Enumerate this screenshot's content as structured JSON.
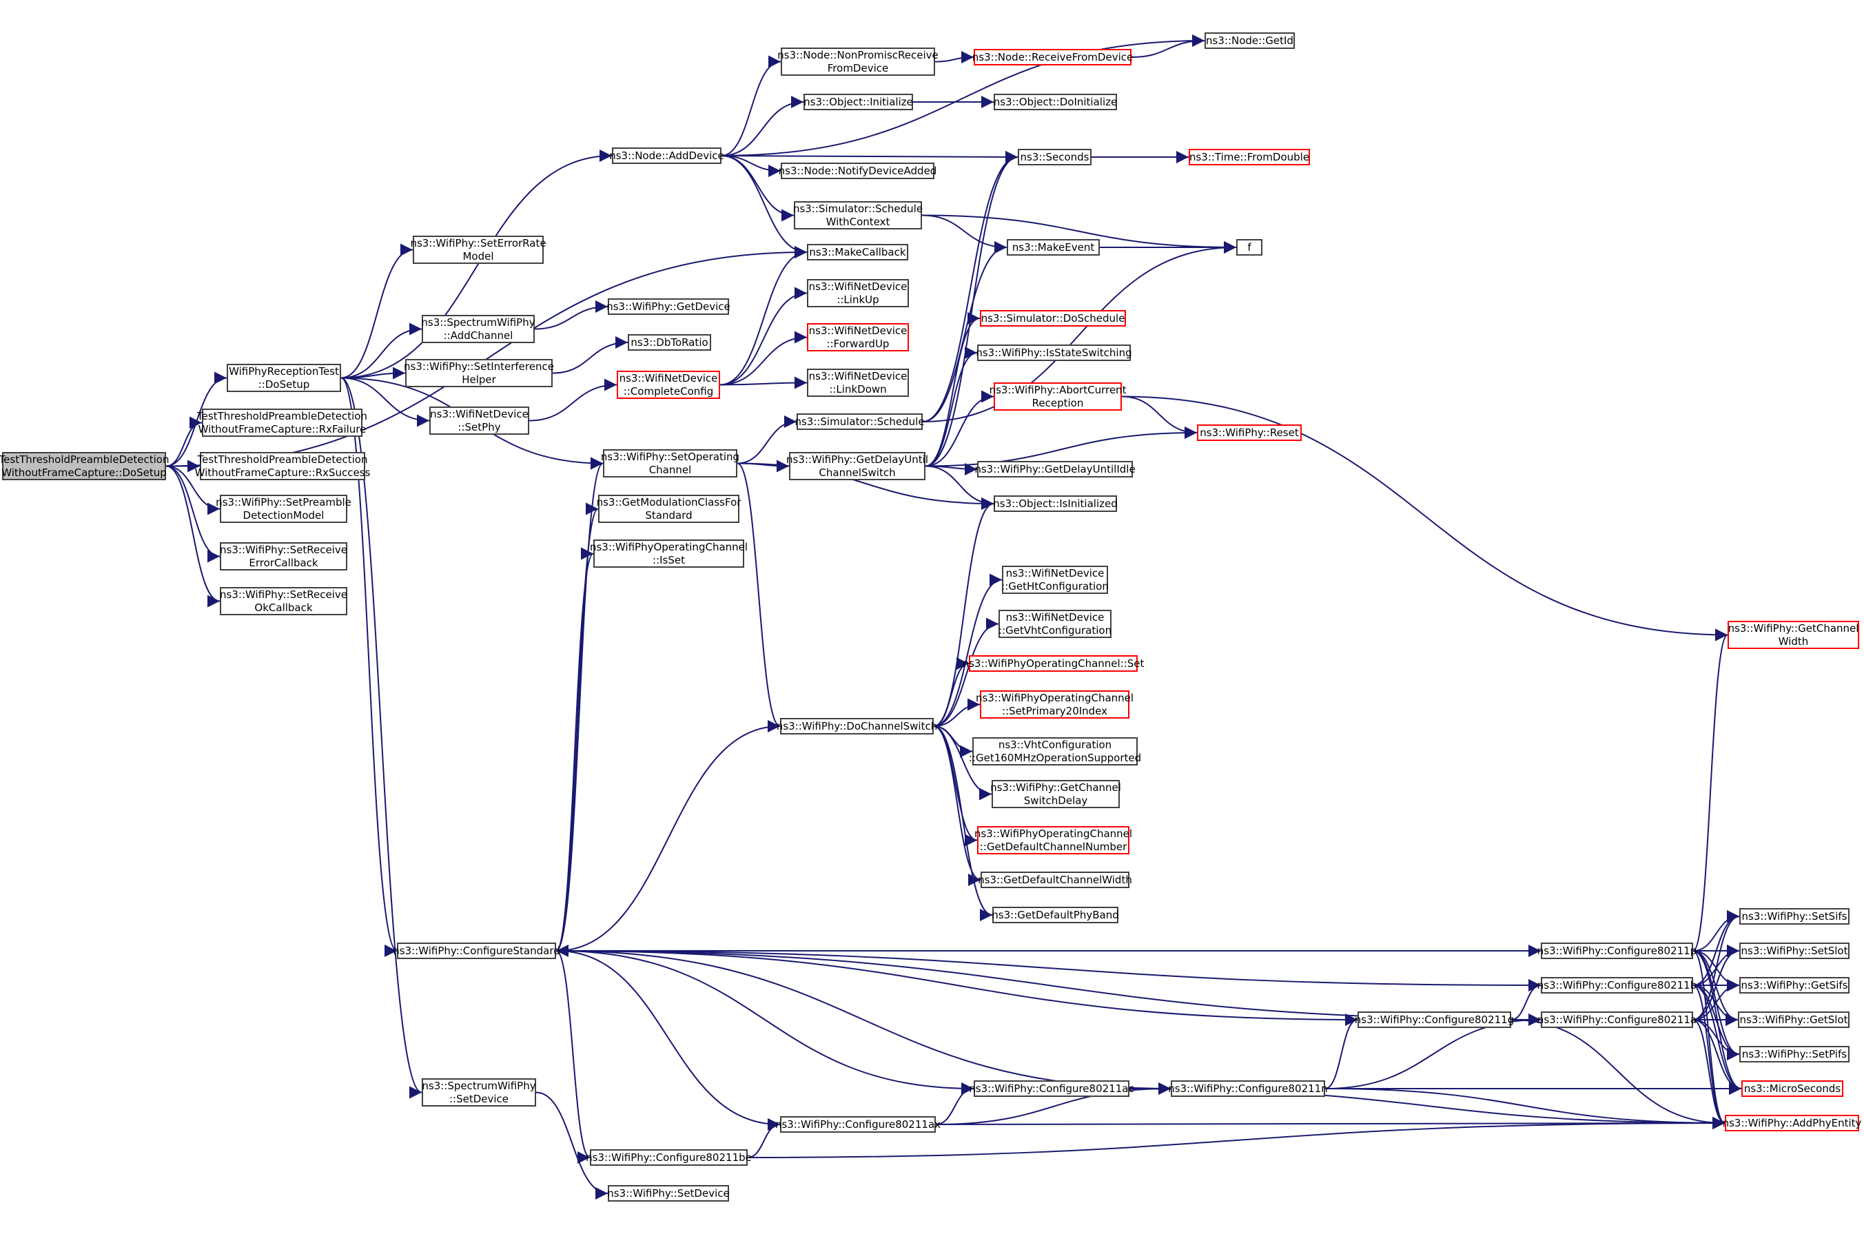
{
  "diagram": {
    "type": "call-graph",
    "edge_color": "#191970",
    "root_fill": "#bfbfbf",
    "border_color": "#404040",
    "external_border_color": "#ff0000",
    "nodes": [
      {
        "id": "root",
        "label": "TestThresholdPreambleDetection\nWithoutFrameCapture::DoSetup",
        "style": "root"
      },
      {
        "id": "recvDoSetup",
        "label": "WifiPhyReceptionTest\n::DoSetup",
        "style": "normal"
      },
      {
        "id": "rxFailure",
        "label": "TestThresholdPreambleDetection\nWithoutFrameCapture::RxFailure",
        "style": "normal"
      },
      {
        "id": "rxSuccess",
        "label": "TestThresholdPreambleDetection\nWithoutFrameCapture::RxSuccess",
        "style": "normal"
      },
      {
        "id": "setPreamble",
        "label": "ns3::WifiPhy::SetPreamble\nDetectionModel",
        "style": "normal"
      },
      {
        "id": "setRecvErr",
        "label": "ns3::WifiPhy::SetReceive\nErrorCallback",
        "style": "normal"
      },
      {
        "id": "setRecvOk",
        "label": "ns3::WifiPhy::SetReceive\nOkCallback",
        "style": "normal"
      },
      {
        "id": "setErrRate",
        "label": "ns3::WifiPhy::SetErrorRate\nModel",
        "style": "normal"
      },
      {
        "id": "addChannel",
        "label": "ns3::SpectrumWifiPhy\n::AddChannel",
        "style": "normal"
      },
      {
        "id": "setInterf",
        "label": "ns3::WifiPhy::SetInterference\nHelper",
        "style": "normal"
      },
      {
        "id": "setPhy",
        "label": "ns3::WifiNetDevice\n::SetPhy",
        "style": "normal"
      },
      {
        "id": "cfgStd",
        "label": "ns3::WifiPhy::ConfigureStandard",
        "style": "normal"
      },
      {
        "id": "specSetDevice",
        "label": "ns3::SpectrumWifiPhy\n::SetDevice",
        "style": "normal"
      },
      {
        "id": "addDevice",
        "label": "ns3::Node::AddDevice",
        "style": "normal"
      },
      {
        "id": "getDevice",
        "label": "ns3::WifiPhy::GetDevice",
        "style": "normal"
      },
      {
        "id": "dbToRatio",
        "label": "ns3::DbToRatio",
        "style": "normal"
      },
      {
        "id": "completeCfg",
        "label": "ns3::WifiNetDevice\n::CompleteConfig",
        "style": "red"
      },
      {
        "id": "setOpChan",
        "label": "ns3::WifiPhy::SetOperating\nChannel",
        "style": "normal"
      },
      {
        "id": "getModClass",
        "label": "ns3::GetModulationClassFor\nStandard",
        "style": "normal"
      },
      {
        "id": "opChanIsSet",
        "label": "ns3::WifiPhyOperatingChannel\n::IsSet",
        "style": "normal"
      },
      {
        "id": "cfg80211be",
        "label": "ns3::WifiPhy::Configure80211be",
        "style": "normal"
      },
      {
        "id": "wifiSetDevice",
        "label": "ns3::WifiPhy::SetDevice",
        "style": "normal"
      },
      {
        "id": "nonPromisc",
        "label": "ns3::Node::NonPromiscReceive\nFromDevice",
        "style": "normal"
      },
      {
        "id": "objInit",
        "label": "ns3::Object::Initialize",
        "style": "normal"
      },
      {
        "id": "notifyAdded",
        "label": "ns3::Node::NotifyDeviceAdded",
        "style": "normal"
      },
      {
        "id": "schedCtx",
        "label": "ns3::Simulator::Schedule\nWithContext",
        "style": "normal"
      },
      {
        "id": "makeCallback",
        "label": "ns3::MakeCallback",
        "style": "normal"
      },
      {
        "id": "linkUp",
        "label": "ns3::WifiNetDevice\n::LinkUp",
        "style": "normal"
      },
      {
        "id": "forwardUp",
        "label": "ns3::WifiNetDevice\n::ForwardUp",
        "style": "red"
      },
      {
        "id": "linkDown",
        "label": "ns3::WifiNetDevice\n::LinkDown",
        "style": "normal"
      },
      {
        "id": "simSchedule",
        "label": "ns3::Simulator::Schedule",
        "style": "normal"
      },
      {
        "id": "getDelaySwitch",
        "label": "ns3::WifiPhy::GetDelayUntil\nChannelSwitch",
        "style": "normal"
      },
      {
        "id": "doChanSwitch",
        "label": "ns3::WifiPhy::DoChannelSwitch",
        "style": "normal"
      },
      {
        "id": "cfg80211ax",
        "label": "ns3::WifiPhy::Configure80211ax",
        "style": "normal"
      },
      {
        "id": "cfg80211ac",
        "label": "ns3::WifiPhy::Configure80211ac",
        "style": "normal"
      },
      {
        "id": "recvFromDev",
        "label": "ns3::Node::ReceiveFromDevice",
        "style": "red"
      },
      {
        "id": "doInit",
        "label": "ns3::Object::DoInitialize",
        "style": "normal"
      },
      {
        "id": "seconds",
        "label": "ns3::Seconds",
        "style": "normal"
      },
      {
        "id": "makeEvent",
        "label": "ns3::MakeEvent",
        "style": "normal"
      },
      {
        "id": "doSchedule",
        "label": "ns3::Simulator::DoSchedule",
        "style": "red"
      },
      {
        "id": "isStateSwitching",
        "label": "ns3::WifiPhy::IsStateSwitching",
        "style": "normal"
      },
      {
        "id": "abortRecv",
        "label": "ns3::WifiPhy::AbortCurrent\nReception",
        "style": "red"
      },
      {
        "id": "getDelayIdle",
        "label": "ns3::WifiPhy::GetDelayUntilIdle",
        "style": "normal"
      },
      {
        "id": "isInit",
        "label": "ns3::Object::IsInitialized",
        "style": "normal"
      },
      {
        "id": "getHtCfg",
        "label": "ns3::WifiNetDevice\n::GetHtConfiguration",
        "style": "normal"
      },
      {
        "id": "getVhtCfg",
        "label": "ns3::WifiNetDevice\n::GetVhtConfiguration",
        "style": "normal"
      },
      {
        "id": "opChanSet",
        "label": "ns3::WifiPhyOperatingChannel::Set",
        "style": "red"
      },
      {
        "id": "setPrimary20",
        "label": "ns3::WifiPhyOperatingChannel\n::SetPrimary20Index",
        "style": "red"
      },
      {
        "id": "get160",
        "label": "ns3::VhtConfiguration\n::Get160MHzOperationSupported",
        "style": "normal"
      },
      {
        "id": "getSwitchDelay",
        "label": "ns3::WifiPhy::GetChannel\nSwitchDelay",
        "style": "normal"
      },
      {
        "id": "getDefChanNum",
        "label": "ns3::WifiPhyOperatingChannel\n::GetDefaultChannelNumber",
        "style": "red"
      },
      {
        "id": "getDefChanWidth",
        "label": "ns3::GetDefaultChannelWidth",
        "style": "normal"
      },
      {
        "id": "getDefPhyBand",
        "label": "ns3::GetDefaultPhyBand",
        "style": "normal"
      },
      {
        "id": "cfg80211n",
        "label": "ns3::WifiPhy::Configure80211n",
        "style": "normal"
      },
      {
        "id": "getId",
        "label": "ns3::Node::GetId",
        "style": "normal"
      },
      {
        "id": "fromDouble",
        "label": "ns3::Time::FromDouble",
        "style": "red"
      },
      {
        "id": "f",
        "label": "f",
        "style": "normal"
      },
      {
        "id": "reset",
        "label": "ns3::WifiPhy::Reset",
        "style": "red"
      },
      {
        "id": "cfg80211g",
        "label": "ns3::WifiPhy::Configure80211g",
        "style": "normal"
      },
      {
        "id": "cfg80211p",
        "label": "ns3::WifiPhy::Configure80211p",
        "style": "normal"
      },
      {
        "id": "cfg80211b",
        "label": "ns3::WifiPhy::Configure80211b",
        "style": "normal"
      },
      {
        "id": "cfg80211a",
        "label": "ns3::WifiPhy::Configure80211a",
        "style": "normal"
      },
      {
        "id": "getChanWidth",
        "label": "ns3::WifiPhy::GetChannel\nWidth",
        "style": "red"
      },
      {
        "id": "setSifs",
        "label": "ns3::WifiPhy::SetSifs",
        "style": "normal"
      },
      {
        "id": "setSlot",
        "label": "ns3::WifiPhy::SetSlot",
        "style": "normal"
      },
      {
        "id": "getSifs",
        "label": "ns3::WifiPhy::GetSifs",
        "style": "normal"
      },
      {
        "id": "getSlot",
        "label": "ns3::WifiPhy::GetSlot",
        "style": "normal"
      },
      {
        "id": "setPifs",
        "label": "ns3::WifiPhy::SetPifs",
        "style": "normal"
      },
      {
        "id": "microSeconds",
        "label": "ns3::MicroSeconds",
        "style": "red"
      },
      {
        "id": "addPhyEntity",
        "label": "ns3::WifiPhy::AddPhyEntity",
        "style": "red"
      }
    ],
    "edges": [
      [
        "root",
        "recvDoSetup"
      ],
      [
        "root",
        "rxFailure"
      ],
      [
        "root",
        "rxSuccess"
      ],
      [
        "root",
        "setPreamble"
      ],
      [
        "root",
        "setRecvErr"
      ],
      [
        "root",
        "setRecvOk"
      ],
      [
        "root",
        "makeCallback"
      ],
      [
        "recvDoSetup",
        "setErrRate"
      ],
      [
        "recvDoSetup",
        "addDevice"
      ],
      [
        "recvDoSetup",
        "addChannel"
      ],
      [
        "recvDoSetup",
        "setInterf"
      ],
      [
        "recvDoSetup",
        "setPhy"
      ],
      [
        "recvDoSetup",
        "setOpChan"
      ],
      [
        "recvDoSetup",
        "cfgStd"
      ],
      [
        "recvDoSetup",
        "specSetDevice"
      ],
      [
        "addDevice",
        "getId"
      ],
      [
        "addDevice",
        "nonPromisc"
      ],
      [
        "addDevice",
        "objInit"
      ],
      [
        "addDevice",
        "seconds"
      ],
      [
        "addDevice",
        "notifyAdded"
      ],
      [
        "addDevice",
        "schedCtx"
      ],
      [
        "addDevice",
        "makeCallback"
      ],
      [
        "nonPromisc",
        "recvFromDev"
      ],
      [
        "recvFromDev",
        "getId"
      ],
      [
        "objInit",
        "doInit"
      ],
      [
        "seconds",
        "fromDouble"
      ],
      [
        "schedCtx",
        "makeEvent"
      ],
      [
        "schedCtx",
        "f"
      ],
      [
        "makeEvent",
        "f"
      ],
      [
        "addChannel",
        "getDevice"
      ],
      [
        "setInterf",
        "dbToRatio"
      ],
      [
        "setPhy",
        "completeCfg"
      ],
      [
        "completeCfg",
        "makeCallback"
      ],
      [
        "completeCfg",
        "linkUp"
      ],
      [
        "completeCfg",
        "forwardUp"
      ],
      [
        "completeCfg",
        "linkDown"
      ],
      [
        "simSchedule",
        "seconds"
      ],
      [
        "simSchedule",
        "makeEvent"
      ],
      [
        "simSchedule",
        "f"
      ],
      [
        "setOpChan",
        "simSchedule"
      ],
      [
        "setOpChan",
        "getDelaySwitch"
      ],
      [
        "setOpChan",
        "isInit"
      ],
      [
        "setOpChan",
        "doChanSwitch"
      ],
      [
        "getDelaySwitch",
        "doSchedule"
      ],
      [
        "getDelaySwitch",
        "isStateSwitching"
      ],
      [
        "getDelaySwitch",
        "abortRecv"
      ],
      [
        "getDelaySwitch",
        "reset"
      ],
      [
        "getDelaySwitch",
        "getDelayIdle"
      ],
      [
        "getDelaySwitch",
        "isInit"
      ],
      [
        "abortRecv",
        "reset"
      ],
      [
        "abortRecv",
        "getChanWidth"
      ],
      [
        "doChanSwitch",
        "isInit"
      ],
      [
        "doChanSwitch",
        "getHtCfg"
      ],
      [
        "doChanSwitch",
        "getVhtCfg"
      ],
      [
        "doChanSwitch",
        "opChanSet"
      ],
      [
        "doChanSwitch",
        "setPrimary20"
      ],
      [
        "doChanSwitch",
        "get160"
      ],
      [
        "doChanSwitch",
        "getSwitchDelay"
      ],
      [
        "doChanSwitch",
        "getDefChanNum"
      ],
      [
        "doChanSwitch",
        "getDefChanWidth"
      ],
      [
        "doChanSwitch",
        "getDefPhyBand"
      ],
      [
        "doChanSwitch",
        "cfgStd"
      ],
      [
        "cfgStd",
        "setOpChan"
      ],
      [
        "cfgStd",
        "getModClass"
      ],
      [
        "cfgStd",
        "opChanIsSet"
      ],
      [
        "cfgStd",
        "cfg80211p"
      ],
      [
        "cfgStd",
        "cfg80211b"
      ],
      [
        "cfgStd",
        "cfg80211a"
      ],
      [
        "cfgStd",
        "cfg80211g"
      ],
      [
        "cfgStd",
        "cfg80211n"
      ],
      [
        "cfgStd",
        "cfg80211ac"
      ],
      [
        "cfgStd",
        "cfg80211ax"
      ],
      [
        "cfgStd",
        "cfg80211be"
      ],
      [
        "specSetDevice",
        "wifiSetDevice"
      ],
      [
        "cfg80211be",
        "cfg80211ax"
      ],
      [
        "cfg80211be",
        "addPhyEntity"
      ],
      [
        "cfg80211ax",
        "cfg80211ac"
      ],
      [
        "cfg80211ax",
        "cfg80211n"
      ],
      [
        "cfg80211ax",
        "addPhyEntity"
      ],
      [
        "cfg80211ac",
        "cfg80211n"
      ],
      [
        "cfg80211ac",
        "addPhyEntity"
      ],
      [
        "cfg80211n",
        "cfg80211g"
      ],
      [
        "cfg80211n",
        "cfg80211a"
      ],
      [
        "cfg80211n",
        "microSeconds"
      ],
      [
        "cfg80211n",
        "addPhyEntity"
      ],
      [
        "cfg80211g",
        "cfg80211b"
      ],
      [
        "cfg80211g",
        "addPhyEntity"
      ],
      [
        "cfg80211p",
        "setSifs"
      ],
      [
        "cfg80211p",
        "setSlot"
      ],
      [
        "cfg80211p",
        "getSifs"
      ],
      [
        "cfg80211p",
        "getSlot"
      ],
      [
        "cfg80211p",
        "setPifs"
      ],
      [
        "cfg80211p",
        "microSeconds"
      ],
      [
        "cfg80211p",
        "addPhyEntity"
      ],
      [
        "cfg80211p",
        "getChanWidth"
      ],
      [
        "cfg80211b",
        "setSifs"
      ],
      [
        "cfg80211b",
        "setSlot"
      ],
      [
        "cfg80211b",
        "getSifs"
      ],
      [
        "cfg80211b",
        "getSlot"
      ],
      [
        "cfg80211b",
        "setPifs"
      ],
      [
        "cfg80211b",
        "microSeconds"
      ],
      [
        "cfg80211b",
        "addPhyEntity"
      ],
      [
        "cfg80211a",
        "setSifs"
      ],
      [
        "cfg80211a",
        "setSlot"
      ],
      [
        "cfg80211a",
        "getSifs"
      ],
      [
        "cfg80211a",
        "getSlot"
      ],
      [
        "cfg80211a",
        "setPifs"
      ],
      [
        "cfg80211a",
        "microSeconds"
      ],
      [
        "cfg80211a",
        "addPhyEntity"
      ],
      [
        "getDelaySwitch",
        "seconds"
      ]
    ]
  }
}
